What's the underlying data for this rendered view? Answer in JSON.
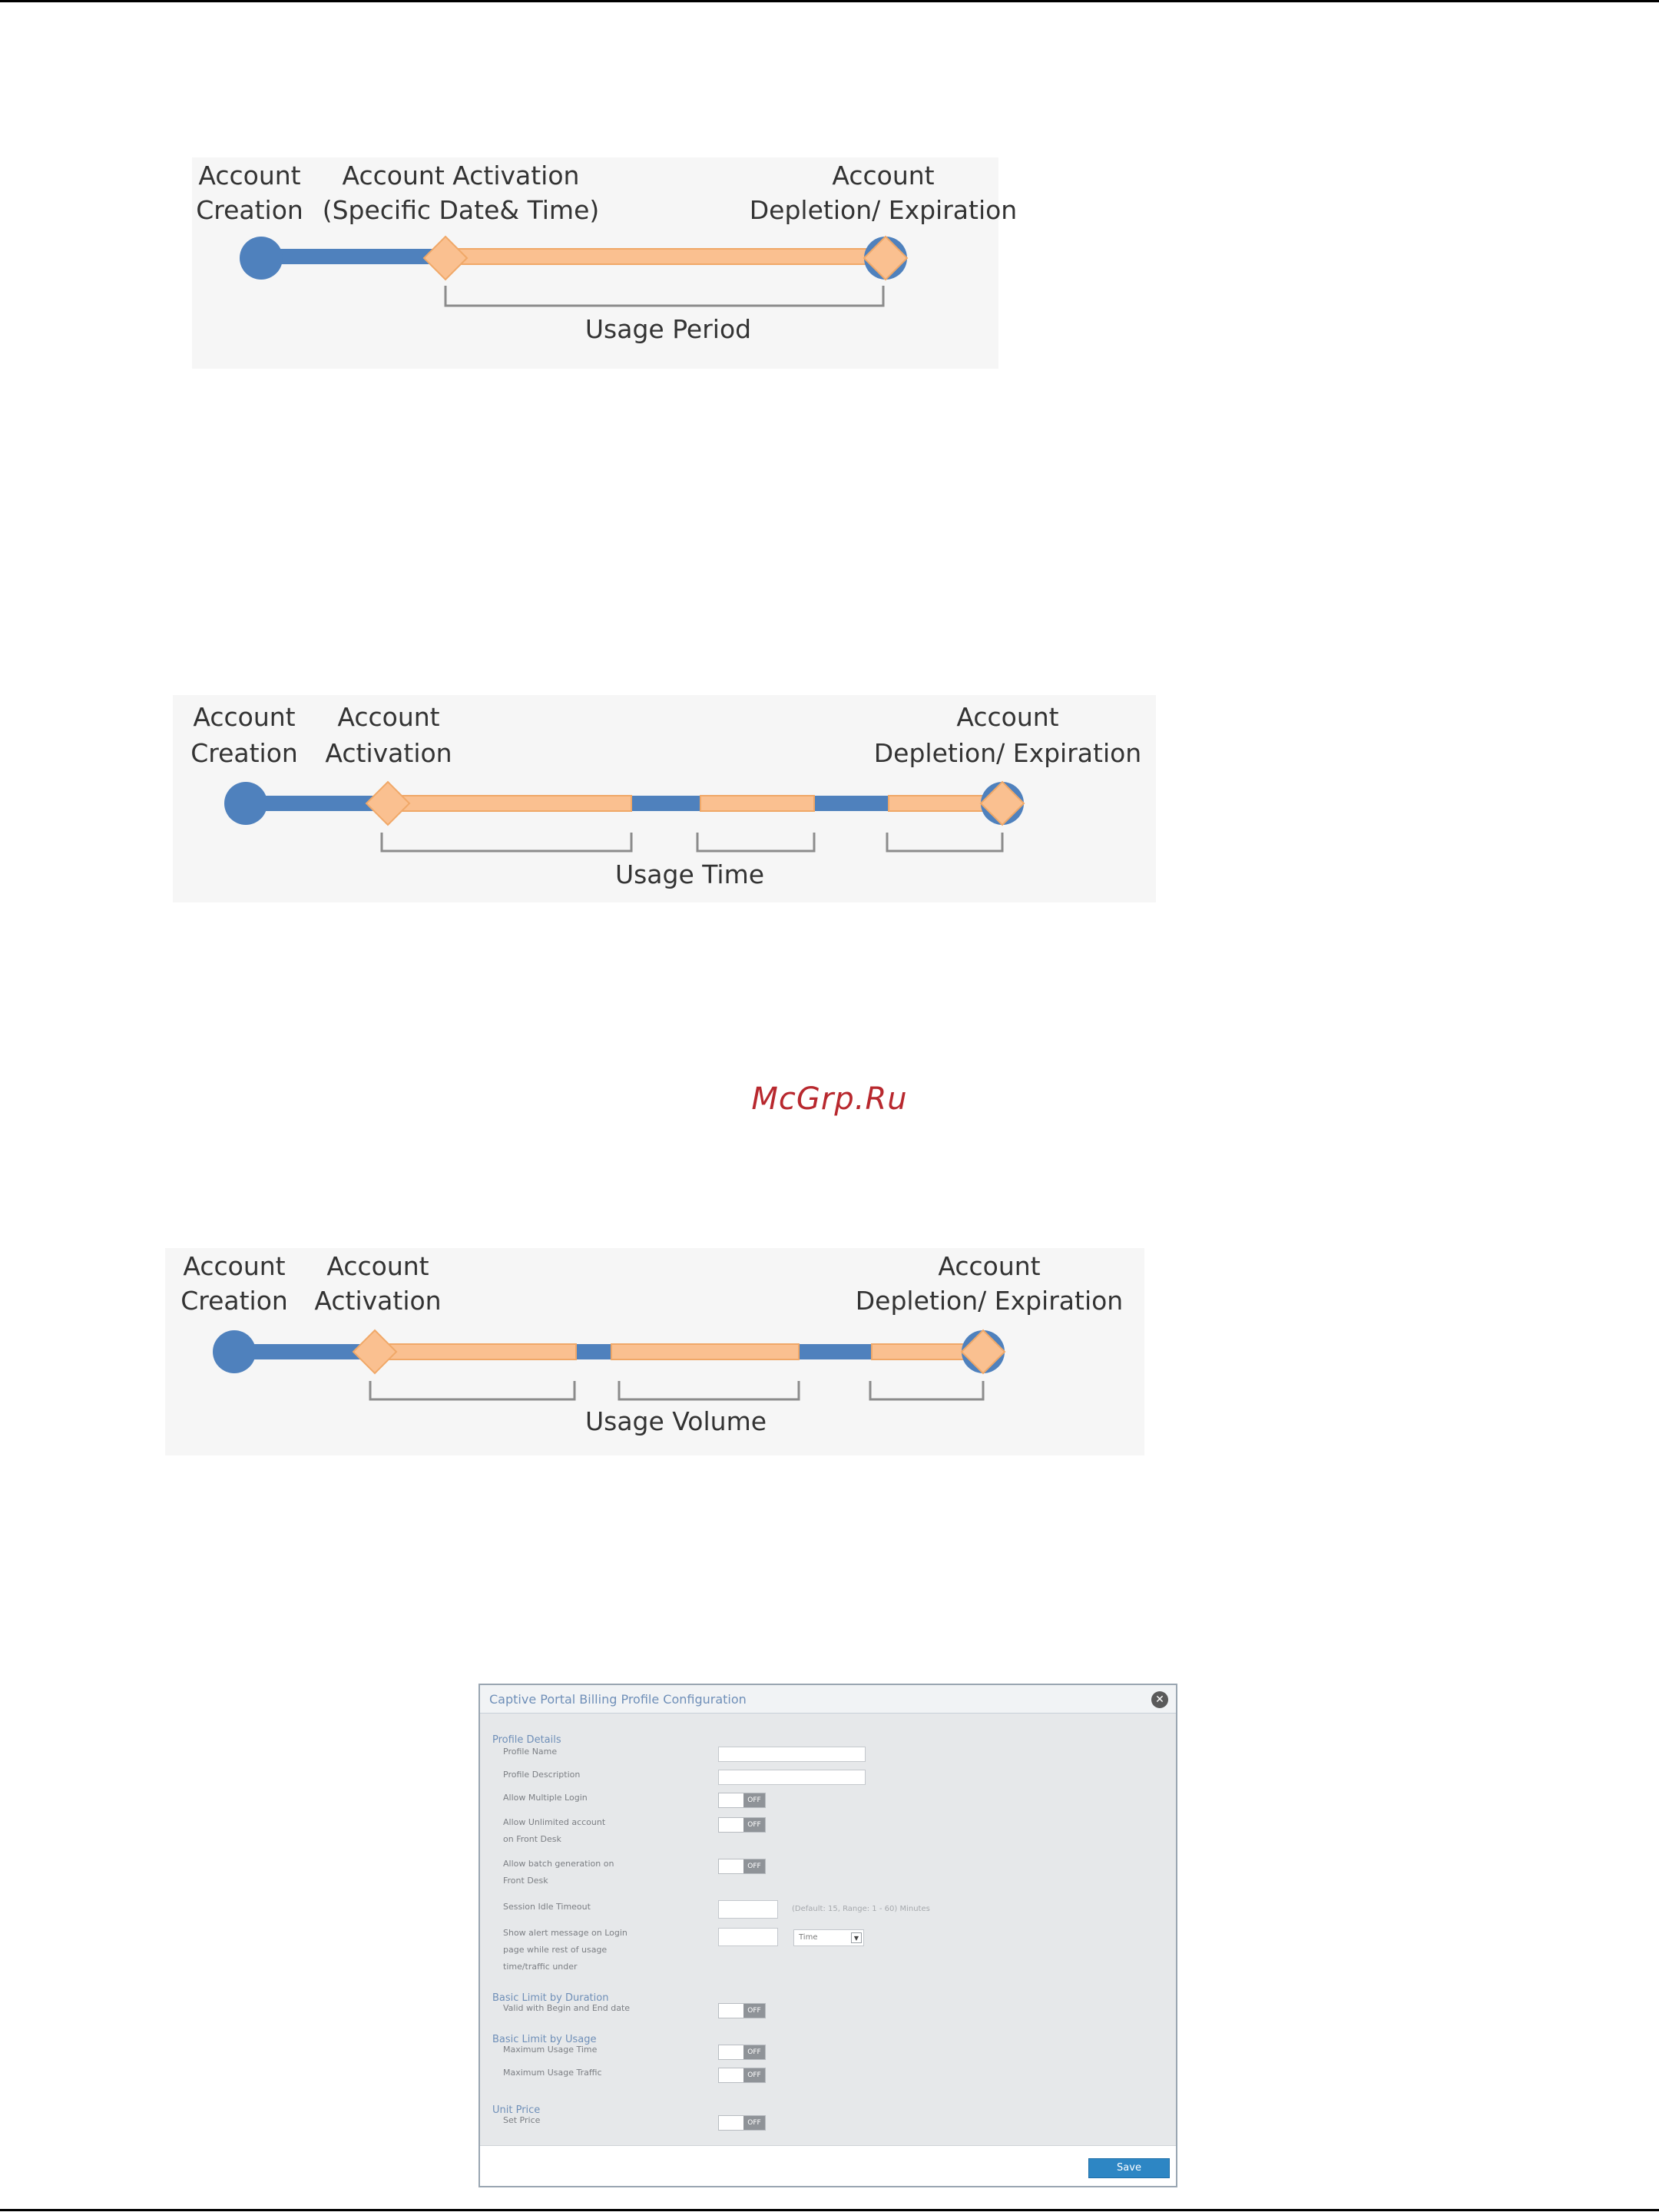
{
  "diagrams": [
    {
      "labels": {
        "creation": [
          "Account",
          "Creation"
        ],
        "activation": [
          "Account Activation",
          "(Specific Date& Time)"
        ],
        "depletion": [
          "Account",
          "Depletion/ Expiration"
        ]
      },
      "period_label": "Usage  Period"
    },
    {
      "labels": {
        "creation": [
          "Account",
          "Creation"
        ],
        "activation": [
          "Account",
          "Activation"
        ],
        "depletion": [
          "Account",
          "Depletion/ Expiration"
        ]
      },
      "period_label": "Usage Time"
    },
    {
      "labels": {
        "creation": [
          "Account",
          "Creation"
        ],
        "activation": [
          "Account",
          "Activation"
        ],
        "depletion": [
          "Account",
          "Depletion/ Expiration"
        ]
      },
      "period_label": "Usage Volume"
    }
  ],
  "colors": {
    "blue": "#4f81bd",
    "peach": "#fac090",
    "peach_border": "#f0a868",
    "bracket": "#8c8c8c"
  },
  "watermark": "McGrp.Ru",
  "dialog": {
    "title": "Captive Portal Billing Profile Configuration",
    "close_icon": "x-circle-icon",
    "sections": {
      "profile_details": "Profile Details",
      "basic_limit_duration": "Basic Limit by Duration",
      "basic_limit_usage": "Basic Limit by Usage",
      "unit_price": "Unit Price"
    },
    "fields": {
      "profile_name": "Profile Name",
      "profile_description": "Profile Description",
      "allow_multiple_login": "Allow Multiple Login",
      "allow_unlimited_1": "Allow Unlimited account",
      "allow_unlimited_2": "on Front Desk",
      "allow_batch_1": "Allow batch generation on",
      "allow_batch_2": "Front Desk",
      "session_idle_timeout": "Session Idle Timeout",
      "session_idle_hint": "(Default: 15, Range: 1 - 60) Minutes",
      "alert_1": "Show alert message on Login",
      "alert_2": "page while rest of usage",
      "alert_3": "time/traffic under",
      "alert_select": "Time",
      "valid_with_begin_end": "Valid with Begin and End date",
      "max_usage_time": "Maximum Usage Time",
      "max_usage_traffic": "Maximum Usage Traffic",
      "set_price": "Set Price"
    },
    "toggle_label": "OFF",
    "save_button": "Save"
  }
}
